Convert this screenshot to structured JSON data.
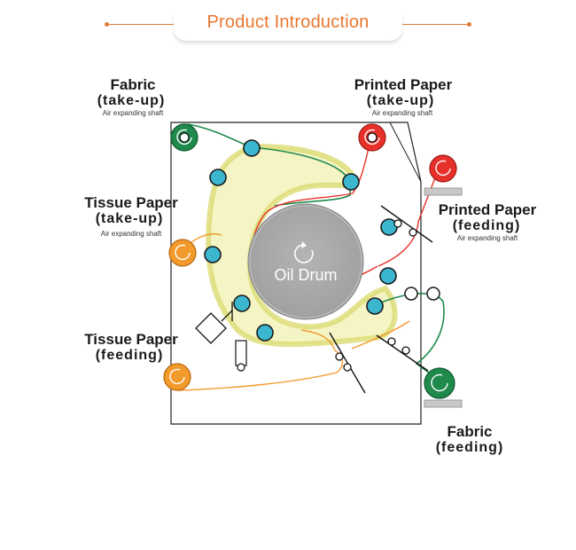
{
  "header": {
    "title": "Product Introduction",
    "accent_color": "#e8772e"
  },
  "drum": {
    "label": "Oil Drum"
  },
  "labels": {
    "fabric_takeup": {
      "name": "Fabric",
      "role": "(take-up)",
      "note": "Air expanding shaft"
    },
    "printed_takeup": {
      "name": "Printed Paper",
      "role": "(take-up)",
      "note": "Air expanding shaft"
    },
    "tissue_takeup": {
      "name": "Tissue Paper",
      "role": "(take-up)",
      "note": "Air expanding shaft"
    },
    "printed_feeding": {
      "name": "Printed Paper",
      "role": "(feeding)",
      "note": "Air expanding shaft"
    },
    "tissue_feeding": {
      "name": "Tissue Paper",
      "role": "(feeding)"
    },
    "fabric_feeding": {
      "name": "Fabric",
      "role": "(feeding)"
    }
  },
  "colors": {
    "fabric": "#1f8a4c",
    "printed_paper": "#e8302a",
    "tissue_paper": "#f39a2c",
    "yellow_belt": "#e9e98a",
    "guide_roller": "#3cb6cf",
    "drum": "#a9a9aa"
  }
}
